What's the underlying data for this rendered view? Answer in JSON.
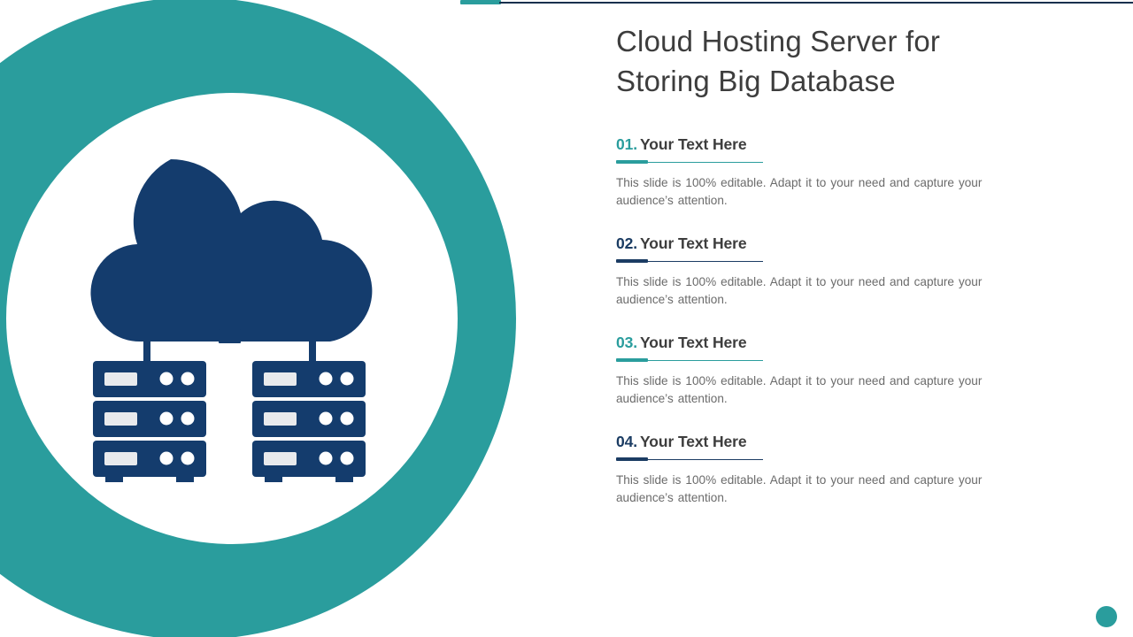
{
  "theme": {
    "teal": "#2a9d9d",
    "navy": "#143c6d",
    "title_gray": "#3d3d3d",
    "body_gray": "#6b6b6b",
    "white": "#ffffff"
  },
  "title": "Cloud Hosting Server for Storing Big Database",
  "illustration": {
    "name": "cloud-server-network-icon",
    "description": "Navy cloud connected by lines to two three-unit server racks, inside a white circle on a teal disc"
  },
  "sections": [
    {
      "number": "01.",
      "label": "Your Text Here",
      "body": "This slide is 100% editable. Adapt it to your need and capture your audience’s attention.",
      "accent": "teal"
    },
    {
      "number": "02.",
      "label": "Your Text Here",
      "body": "This slide is 100% editable. Adapt it to your need and capture your audience’s attention.",
      "accent": "navy"
    },
    {
      "number": "03.",
      "label": "Your Text Here",
      "body": "This slide is 100% editable. Adapt it to your need and capture your audience’s attention.",
      "accent": "teal"
    },
    {
      "number": "04.",
      "label": "Your Text Here",
      "body": "This slide is 100% editable. Adapt it to your need and capture your audience’s attention.",
      "accent": "navy"
    }
  ]
}
